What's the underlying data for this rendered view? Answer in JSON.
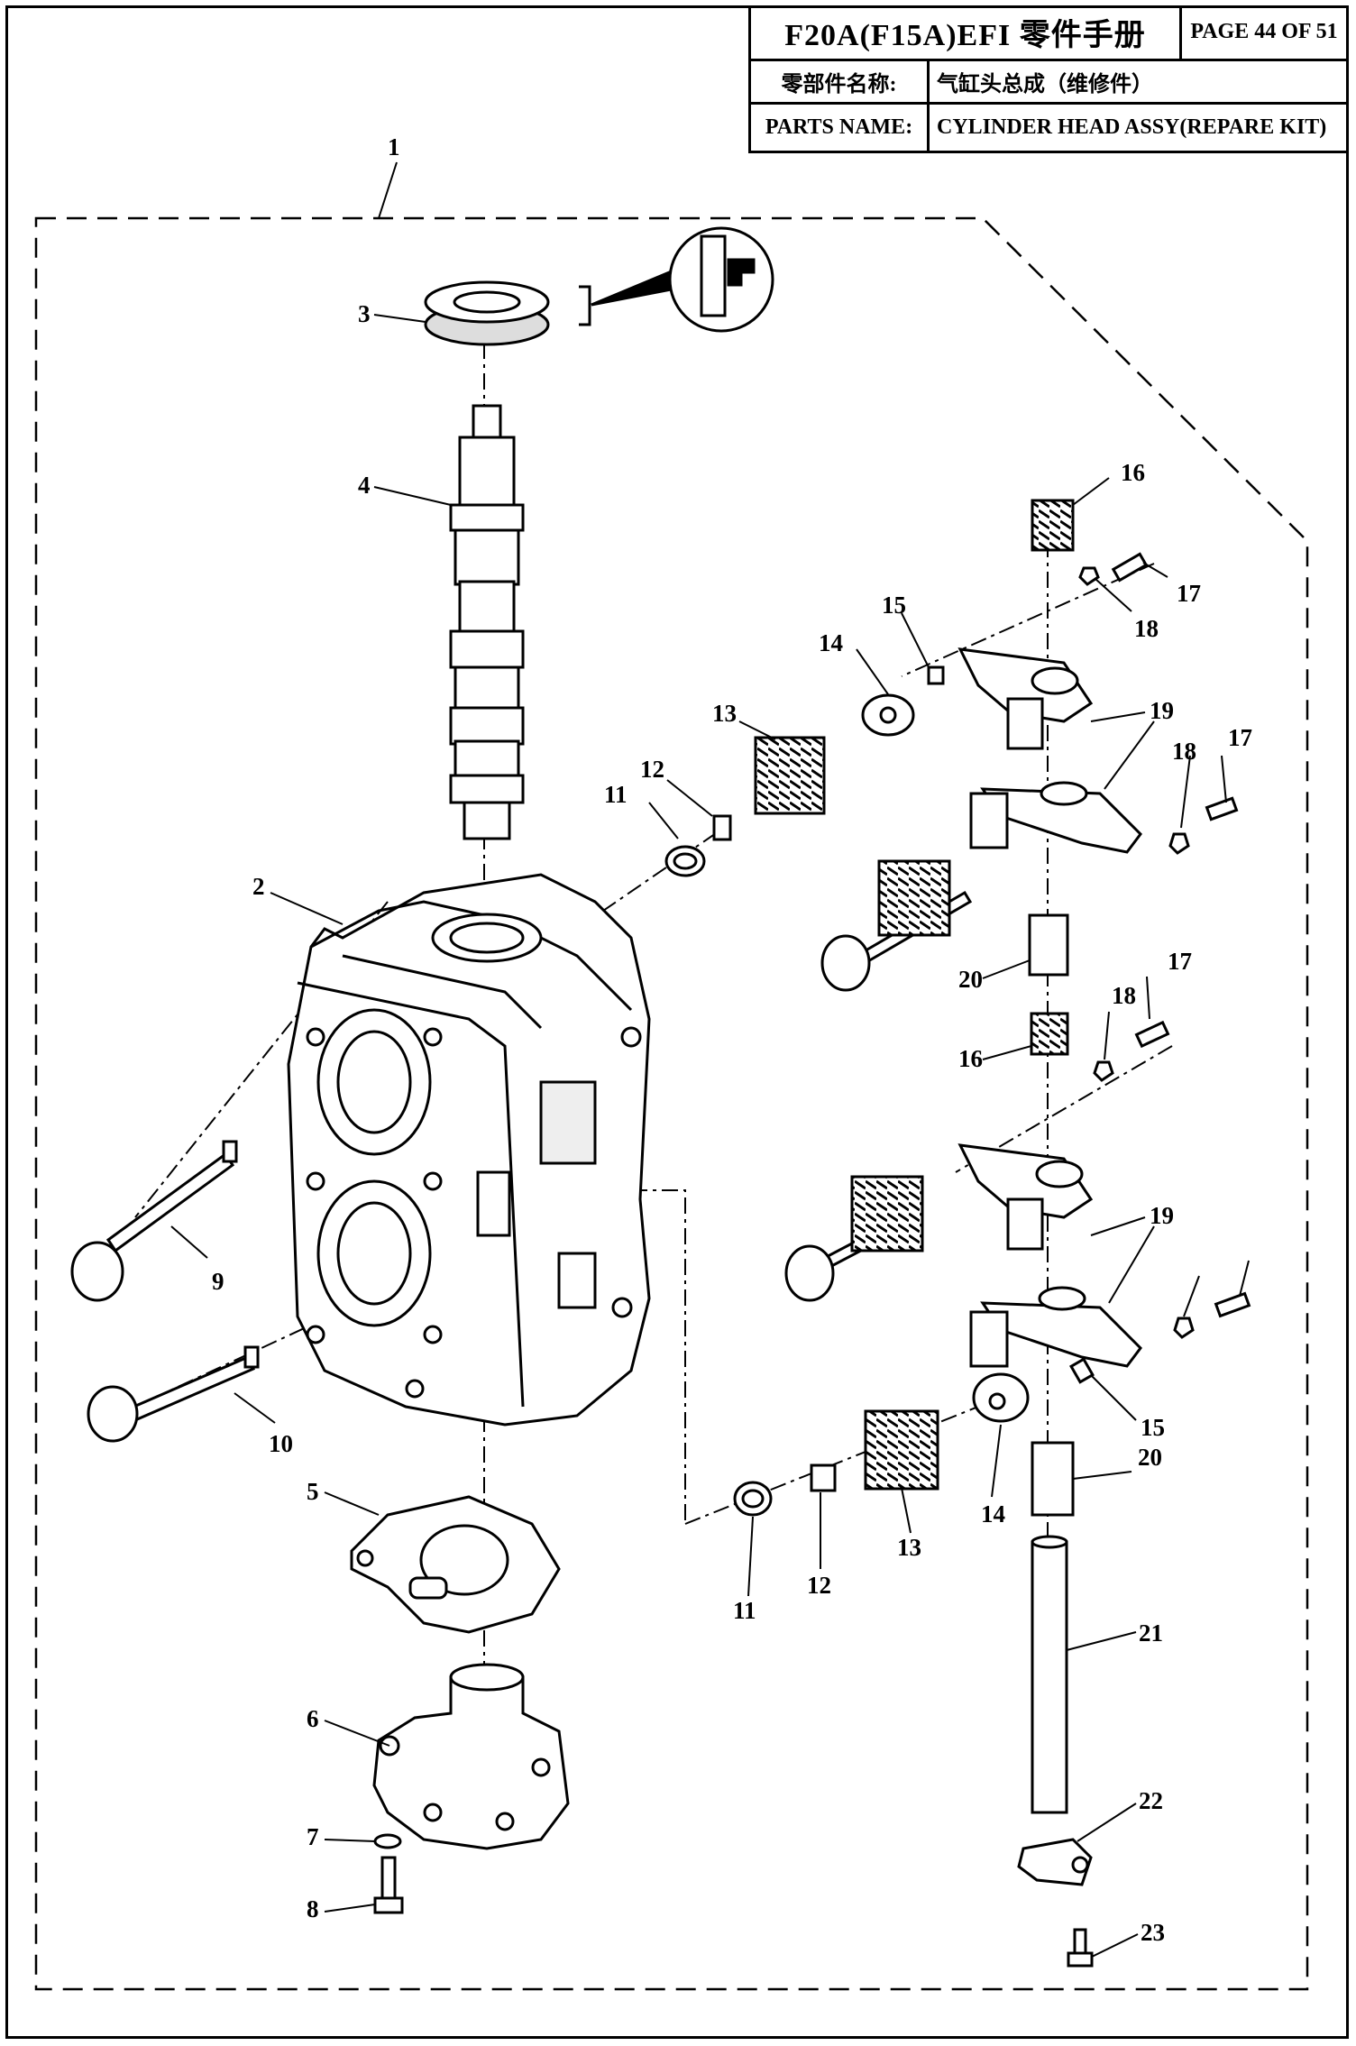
{
  "header": {
    "manual_title": "F20A(F15A)EFI 零件手册",
    "page_text": "PAGE 44 OF 51",
    "cn_name_label": "零部件名称:",
    "cn_name_value": "气缸头总成（维修件）",
    "en_name_label": "PARTS NAME:",
    "en_name_value": "CYLINDER HEAD ASSY(REPARE KIT)"
  },
  "callouts": [
    "1",
    "2",
    "3",
    "4",
    "5",
    "6",
    "7",
    "8",
    "9",
    "10",
    "11",
    "11",
    "12",
    "12",
    "13",
    "13",
    "14",
    "14",
    "15",
    "15",
    "16",
    "16",
    "17",
    "17",
    "17",
    "18",
    "18",
    "18",
    "19",
    "19",
    "20",
    "20",
    "21",
    "22",
    "23"
  ],
  "colors": {
    "line": "#000000",
    "paper": "#ffffff"
  }
}
